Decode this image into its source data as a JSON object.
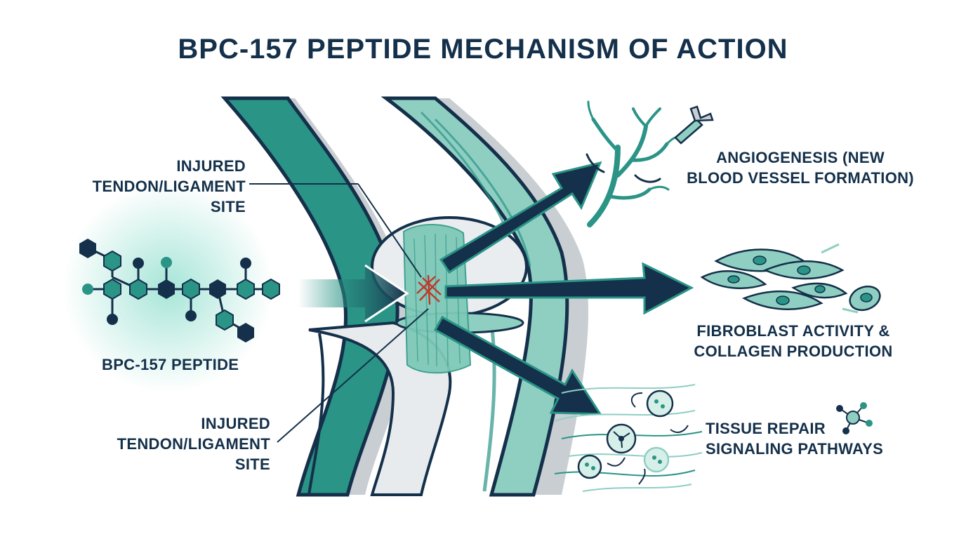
{
  "title": "BPC-157 PEPTIDE MECHANISM OF ACTION",
  "labels": {
    "injured_site_top": [
      "INJURED",
      "TENDON/LIGAMENT",
      "SITE"
    ],
    "injured_site_bottom": [
      "INJURED",
      "TENDON/LIGAMENT",
      "SITE"
    ],
    "peptide": "BPC-157 PEPTIDE",
    "angiogenesis": [
      "ANGIOGENESIS (NEW",
      "BLOOD VESSEL FORMATION)"
    ],
    "fibroblast": [
      "FIBROBLAST ACTIVITY &",
      "COLLAGEN PRODUCTION"
    ],
    "tissue_repair": [
      "TISSUE REPAIR",
      "SIGNALING PATHWAYS"
    ]
  },
  "colors": {
    "navy": "#14304a",
    "teal": "#2a9486",
    "light_teal": "#8fcfc2",
    "grey": "#c9ced3",
    "injury_red": "#c0392b"
  },
  "icons": [
    "peptide-molecule-icon",
    "blood-vessel-icon",
    "fibroblast-cell-icon",
    "signaling-pathway-icon"
  ]
}
